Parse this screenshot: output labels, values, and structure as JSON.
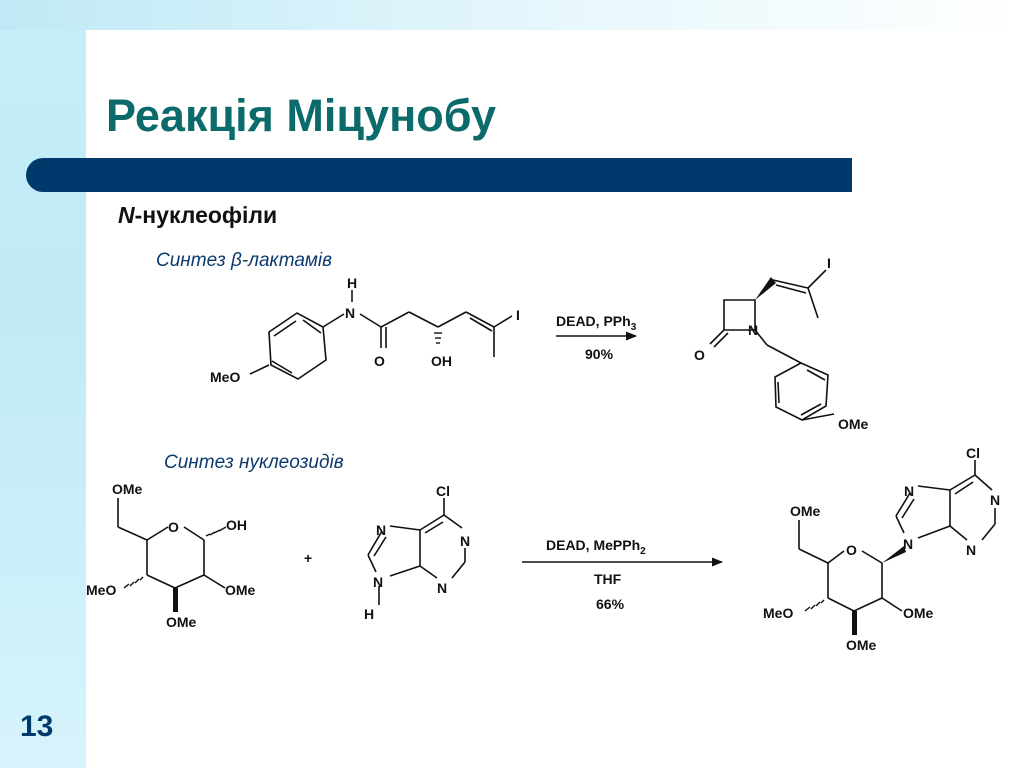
{
  "title": "Реакція Міцунобу",
  "subtitle": {
    "italic": "N",
    "rest": "-нуклеофіли"
  },
  "sections": {
    "beta_lactam": {
      "prefix": "Синтез ",
      "beta": "β",
      "suffix": "-лактамів"
    },
    "nucleoside": "Синтез нуклеозидів"
  },
  "reaction1": {
    "conditions": {
      "reagent": "DEAD, PPh",
      "reagent_sub": "3",
      "yield": "90%"
    },
    "substrate_labels": {
      "H": "H",
      "N": "N",
      "O": "O",
      "OH": "OH",
      "I": "I",
      "MeO": "MeO"
    },
    "product_labels": {
      "I": "I",
      "O": "O",
      "N": "N",
      "OMe": "OMe"
    }
  },
  "reaction2": {
    "plus": "+",
    "conditions": {
      "reagent": "DEAD, MePPh",
      "reagent_sub": "2",
      "solvent": "THF",
      "yield": "66%"
    },
    "sugar_labels": {
      "OMe_top": "OMe",
      "O": "O",
      "OH": "OH",
      "MeO": "MeO",
      "OMe_right": "OMe",
      "OMe_bottom": "OMe"
    },
    "purine_labels": {
      "Cl": "Cl",
      "N1": "N",
      "N3": "N",
      "N7": "N",
      "N9": "N",
      "H": "H"
    },
    "product_labels": {
      "Cl": "Cl",
      "OMe_top": "OMe",
      "O": "O",
      "MeO": "MeO",
      "OMe_right": "OMe",
      "OMe_bottom": "OMe",
      "N1": "N",
      "N3": "N",
      "N7": "N",
      "N9": "N"
    }
  },
  "page_number": "13",
  "colors": {
    "title": "#0b6b6b",
    "bar": "#003a6c",
    "section_text": "#0d3a6e"
  }
}
